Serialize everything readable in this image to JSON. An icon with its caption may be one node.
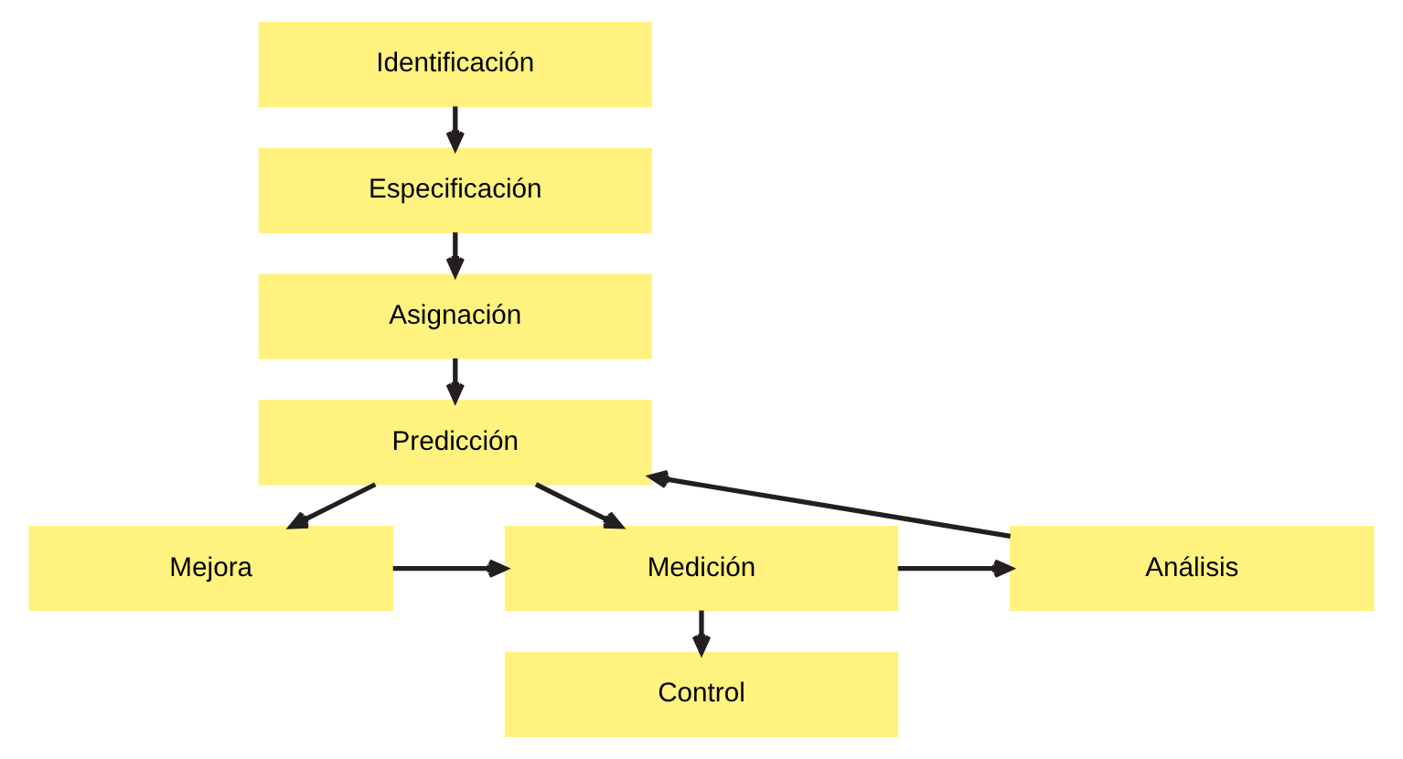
{
  "diagram": {
    "nodes": [
      {
        "text": [
          "Identificación"
        ]
      },
      {
        "text": [
          "Especificación"
        ]
      },
      {
        "text": [
          "Asignación"
        ]
      },
      {
        "text": [
          "Predicción"
        ]
      },
      {
        "text": [
          "Mejora"
        ]
      },
      {
        "text": [
          "Medición"
        ]
      },
      {
        "text": [
          "Análisis"
        ]
      },
      {
        "text": [
          "Control"
        ]
      }
    ],
    "edges": [
      {
        "from": 0,
        "to": 1,
        "arrow": "to"
      },
      {
        "from": 1,
        "to": 2,
        "arrow": "to"
      },
      {
        "from": 2,
        "to": 3,
        "arrow": "to"
      },
      {
        "from": 3,
        "to": 4,
        "arrow": "to"
      },
      {
        "from": 3,
        "to": 5,
        "arrow": "to"
      },
      {
        "from": 4,
        "to": 5,
        "arrow": "to"
      },
      {
        "from": 5,
        "to": 6,
        "arrow": "to"
      },
      {
        "from": 6,
        "to": 3,
        "arrow": "to"
      },
      {
        "from": 5,
        "to": 7,
        "arrow": "to"
      }
    ]
  }
}
